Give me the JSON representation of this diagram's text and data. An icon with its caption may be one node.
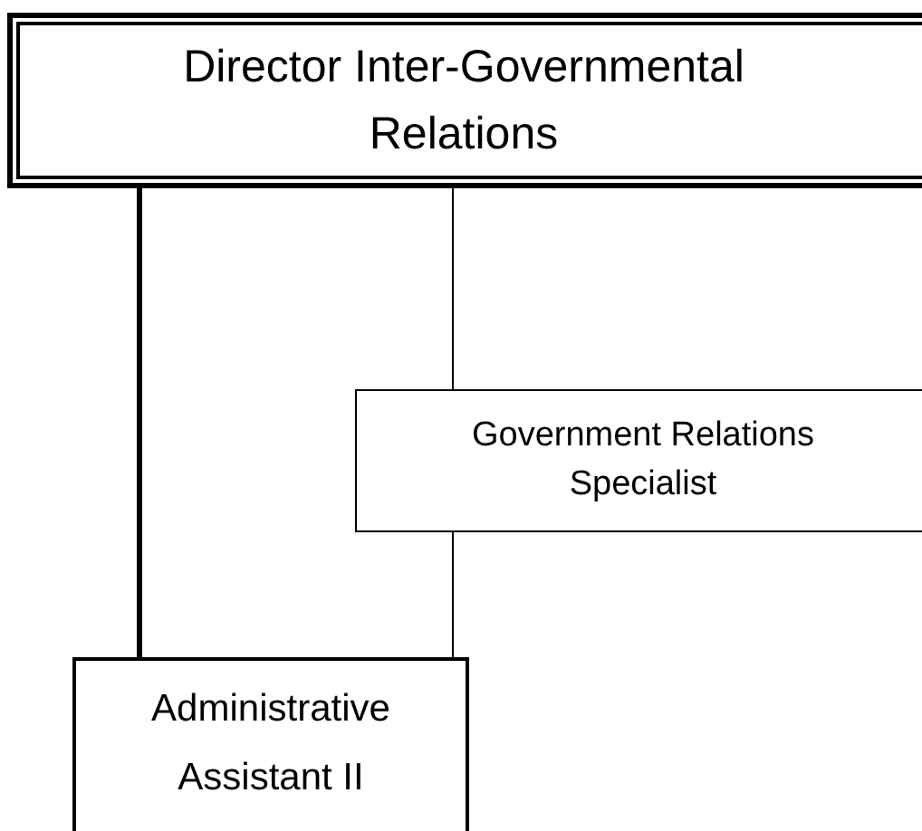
{
  "diagram": {
    "nodes": [
      {
        "text": [
          "Director Inter-Governmental Relations"
        ]
      },
      {
        "text": [
          "Government Relations Specialist"
        ]
      },
      {
        "text": [
          "Administrative Assistant II"
        ]
      }
    ],
    "edges": [
      {
        "from": 0,
        "to": 2,
        "arrow": "none",
        "style": "thick"
      },
      {
        "from": 0,
        "to": 1,
        "arrow": "none"
      },
      {
        "from": 1,
        "to": 2,
        "arrow": "none"
      }
    ]
  }
}
